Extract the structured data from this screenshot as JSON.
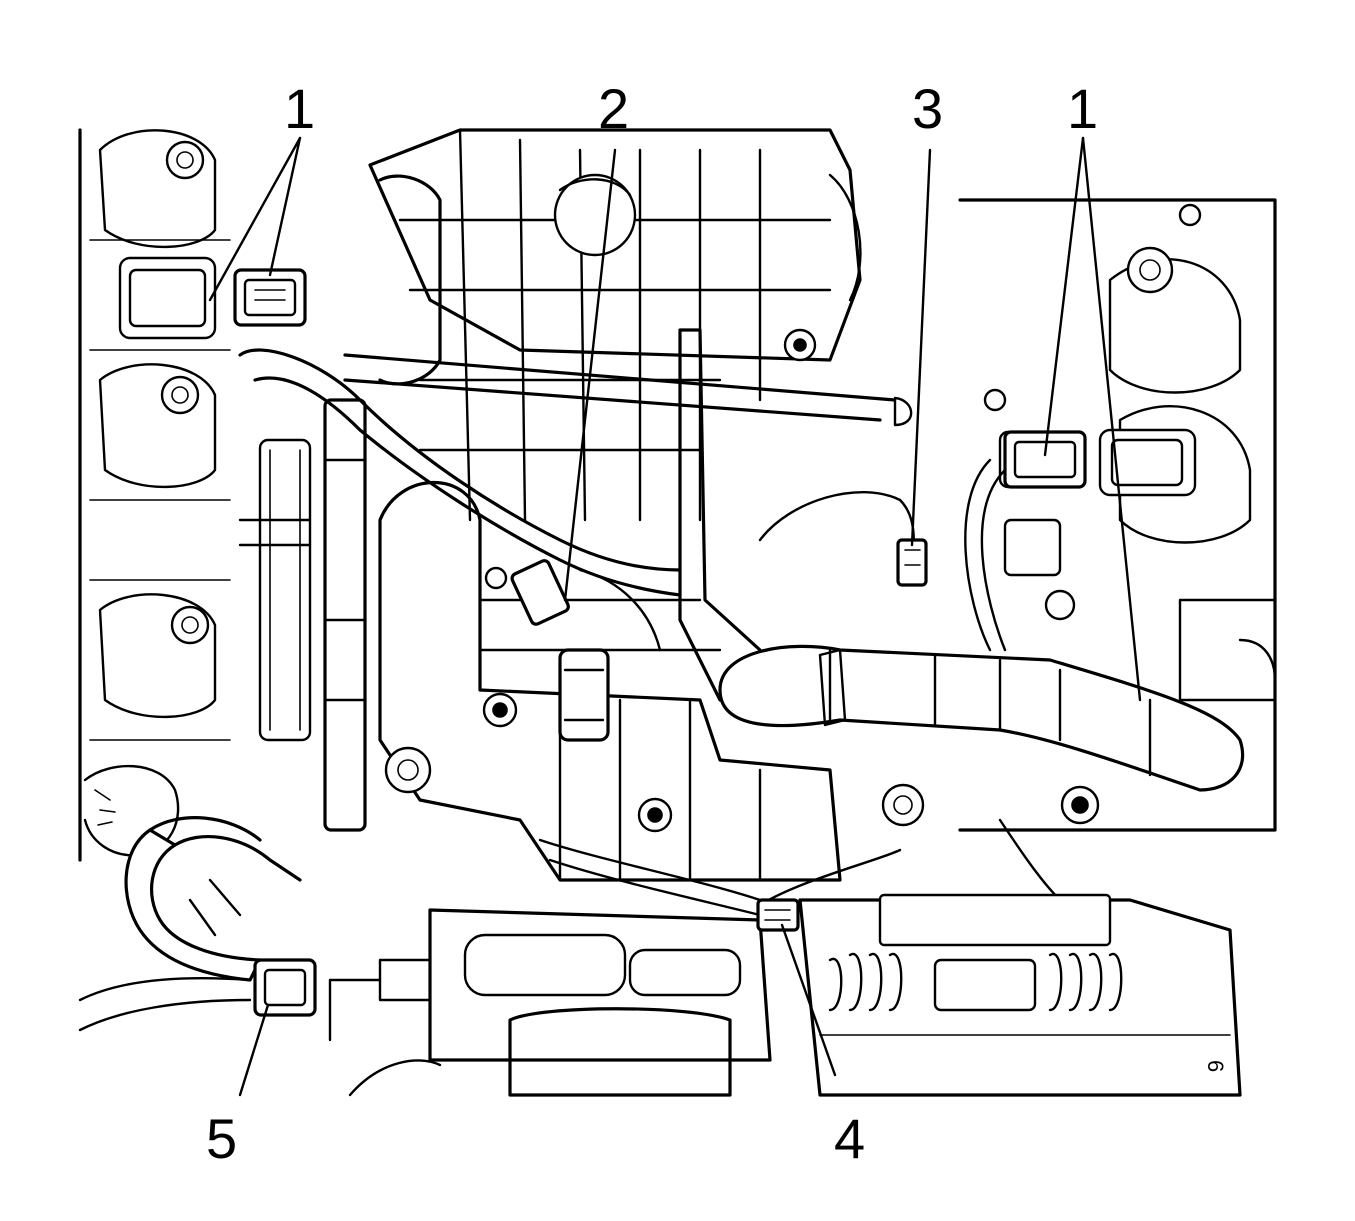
{
  "callouts": [
    {
      "id": "1a",
      "label": "1"
    },
    {
      "id": "2",
      "label": "2"
    },
    {
      "id": "3",
      "label": "3"
    },
    {
      "id": "1b",
      "label": "1"
    },
    {
      "id": "4",
      "label": "4"
    },
    {
      "id": "5",
      "label": "5"
    }
  ],
  "reference_number": "6"
}
